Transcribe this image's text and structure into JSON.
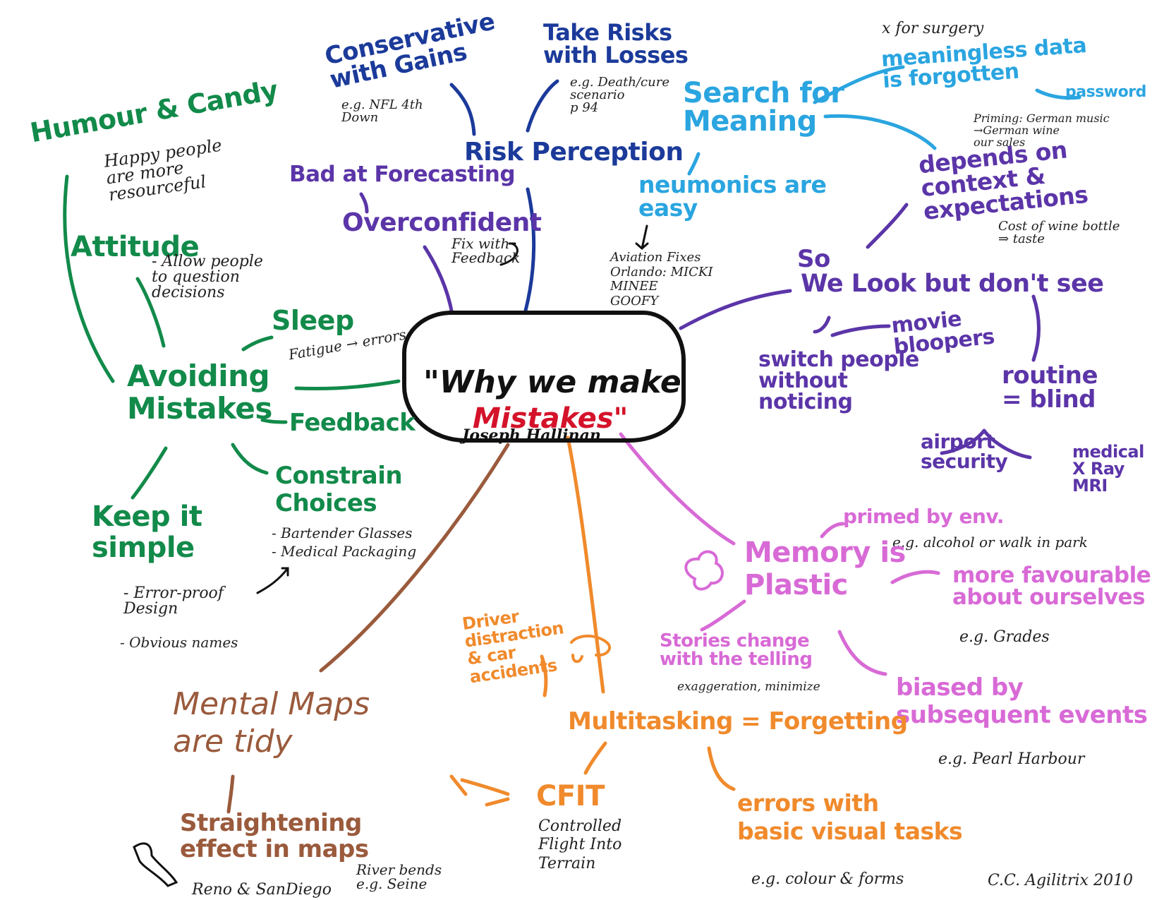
{
  "colors": {
    "black": "#111111",
    "red": "#d4132a",
    "darkblue": "#1b3a9a",
    "purple": "#5b35a8",
    "lightblue": "#2aa5e0",
    "green": "#128a4a",
    "magenta": "#d86ad6",
    "orange": "#f08a2c",
    "brown": "#9a5a3c"
  },
  "center": {
    "title": "\"Why we make",
    "main": "Mistakes\"",
    "author": "Joseph Hallinan"
  },
  "risk": {
    "heading": "Risk Perception",
    "conservative": "Conservative\nwith Gains",
    "conservative_eg": "e.g. NFL 4th\nDown",
    "risks": "Take Risks\nwith Losses",
    "risks_eg": "e.g. Death/cure\nscenario\np 94",
    "forecasting": "Bad at Forecasting",
    "overconfident": "Overconfident",
    "fix": "Fix with\nFeedback"
  },
  "meaning": {
    "x_surgery": "x for surgery",
    "meaningless": "meaningless data\nis forgotten",
    "password": "password",
    "search": "Search for\nMeaning",
    "neumonics": "neumonics are\neasy",
    "aviation": "Aviation Fixes\nOrlando: MICKI\nMINEE\nGOOFY"
  },
  "context": {
    "priming": "Priming: German music\n→German wine\nour sales",
    "depends": "depends on\ncontext &\nexpectations",
    "cost": "Cost of wine bottle\n⇒ taste"
  },
  "see": {
    "so": "So",
    "look": "We Look but don't see",
    "bloopers": "movie\nbloopers",
    "switch": "switch people\nwithout\nnoticing",
    "routine": "routine\n= blind",
    "airport": "airport\nsecurity",
    "medical": "medical\nX Ray\nMRI"
  },
  "avoid": {
    "humour": "Humour & Candy",
    "happy": "Happy people\nare more\nresourceful",
    "attitude": "Attitude",
    "allow": "- Allow people\nto question\ndecisions",
    "sleep": "Sleep",
    "fatigue": "Fatigue → errors",
    "heading": "Avoiding\nMistakes",
    "feedback": "Feedback",
    "constrain": "Constrain\nChoices",
    "bartender": "- Bartender Glasses\n- Medical Packaging",
    "keep": "Keep it\nsimple",
    "errorproof": "- Error-proof\nDesign",
    "obvious": "- Obvious names"
  },
  "memory": {
    "primed": "primed by env.",
    "primed_eg": "e.g. alcohol or walk in park",
    "heading": "Memory is\nPlastic",
    "favourable": "more favourable\nabout ourselves",
    "grades": "e.g. Grades",
    "stories": "Stories change\nwith the telling",
    "exaggeration": "exaggeration, minimize",
    "biased": "biased by\nsubsequent events",
    "pearl": "e.g. Pearl Harbour"
  },
  "multi": {
    "driver": "Driver\ndistraction\n& car\naccidents",
    "heading": "Multitasking = Forgetting",
    "cfit": "CFIT",
    "cfit_desc": "Controlled\nFlight Into\nTerrain",
    "errors": "errors with\nbasic visual tasks",
    "colour": "e.g. colour & forms"
  },
  "maps": {
    "heading": "Mental Maps\nare tidy",
    "straightening": "Straightening\neffect in maps",
    "reno": "Reno & SanDiego",
    "river": "River bends\ne.g. Seine"
  },
  "credit": "C.C. Agilitrix 2010"
}
